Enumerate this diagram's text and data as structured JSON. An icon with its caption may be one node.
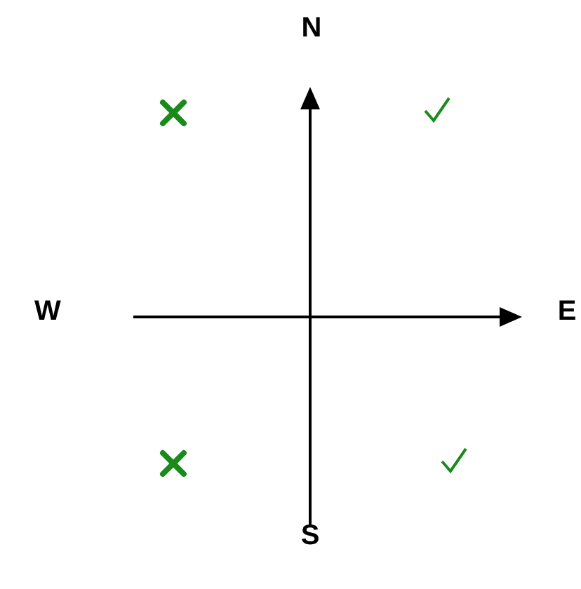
{
  "diagram": {
    "labels": [
      "N",
      "W",
      "E",
      "S"
    ]
  }
}
